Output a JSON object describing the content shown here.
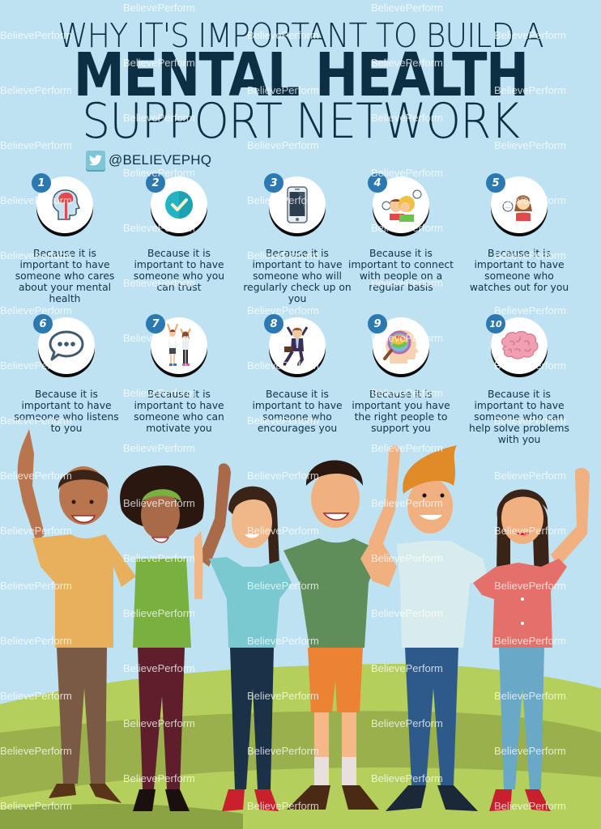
{
  "header": {
    "line1": "WHY IT'S IMPORTANT TO BUILD A",
    "line2": "MENTAL HEALTH",
    "line3": "SUPPORT NETWORK",
    "twitter_icon": "twitter-bird-icon",
    "twitter_handle": "@BELIEVEPHQ"
  },
  "reasons": [
    {
      "number": "1",
      "icon": "head-brain-icon",
      "text": "Because it is important to have someone who cares about your mental health"
    },
    {
      "number": "2",
      "icon": "checkmark-circle-icon",
      "text": "Because it is important to have someone who you can trust"
    },
    {
      "number": "3",
      "icon": "smartphone-icon",
      "text": "Because it is important to have someone who will regularly check up on you"
    },
    {
      "number": "4",
      "icon": "two-people-chatting-icon",
      "text": "Because it is important to connect with people on a regular basis"
    },
    {
      "number": "5",
      "icon": "person-speech-bubble-icon",
      "text": "Because it is important to have someone who watches out for you"
    },
    {
      "number": "6",
      "icon": "speech-bubble-icon",
      "text": "Because it is important to have someone who listens to you"
    },
    {
      "number": "7",
      "icon": "cheering-couple-icon",
      "text": "Because it is important to have someone who can motivate you"
    },
    {
      "number": "8",
      "icon": "jumping-businessman-icon",
      "text": "Because it is important to have someone who encourages you"
    },
    {
      "number": "9",
      "icon": "magnified-brain-head-icon",
      "text": "Because it is important you have the right people to support you"
    },
    {
      "number": "10",
      "icon": "brain-icon",
      "text": "Because it is important to have someone who can help solve problems with you"
    }
  ],
  "watermark": "BelievePerform",
  "colors": {
    "background": "#bee2f2",
    "title": "#0c2f44",
    "badge": "#2c78b0",
    "grass_light": "#b5cf5d",
    "grass_dark": "#9ab04c"
  }
}
